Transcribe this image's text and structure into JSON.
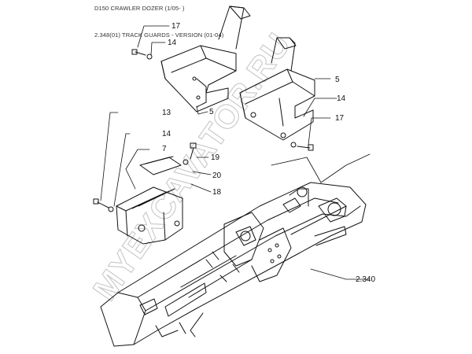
{
  "header": {
    "title": "D150 CRAWLER DOZER (1/05- )",
    "subtitle": "2.348(01) TRACK GUARDS - VERSION (01-04)"
  },
  "callouts": {
    "c17a": "17",
    "c14a": "14",
    "c5a": "5",
    "c5b": "5",
    "c14b": "14",
    "c17b": "17",
    "c13": "13",
    "c14c": "14",
    "c7": "7",
    "c19": "19",
    "c20": "20",
    "c18": "18",
    "ref": "2.340"
  },
  "watermark": "MYEXCAVATOR.RU"
}
